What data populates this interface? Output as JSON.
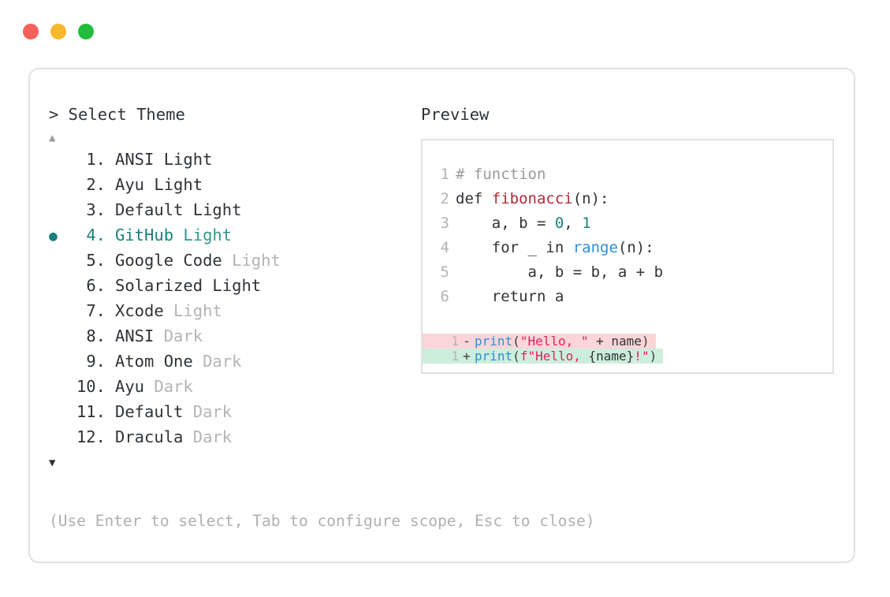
{
  "window": {
    "dots": [
      {
        "name": "close-dot",
        "color": "#f4605c"
      },
      {
        "name": "minimize-dot",
        "color": "#f7b92c"
      },
      {
        "name": "maximize-dot",
        "color": "#22bd3c"
      }
    ]
  },
  "selector": {
    "prompt": "> Select Theme",
    "scroll_up": "▲",
    "scroll_down": "▼",
    "bullet": "●",
    "selected_index": 4,
    "items": [
      {
        "index": "1.",
        "name": "ANSI",
        "variant": "Light",
        "variant_dim": false,
        "selected": false
      },
      {
        "index": "2.",
        "name": "Ayu",
        "variant": "Light",
        "variant_dim": false,
        "selected": false
      },
      {
        "index": "3.",
        "name": "Default",
        "variant": "Light",
        "variant_dim": false,
        "selected": false
      },
      {
        "index": "4.",
        "name": "GitHub",
        "variant": "Light",
        "variant_dim": false,
        "selected": true
      },
      {
        "index": "5.",
        "name": "Google Code",
        "variant": "Light",
        "variant_dim": true,
        "selected": false
      },
      {
        "index": "6.",
        "name": "Solarized",
        "variant": "Light",
        "variant_dim": false,
        "selected": false
      },
      {
        "index": "7.",
        "name": "Xcode",
        "variant": "Light",
        "variant_dim": true,
        "selected": false
      },
      {
        "index": "8.",
        "name": "ANSI",
        "variant": "Dark",
        "variant_dim": true,
        "selected": false
      },
      {
        "index": "9.",
        "name": "Atom One",
        "variant": "Dark",
        "variant_dim": true,
        "selected": false
      },
      {
        "index": "10.",
        "name": "Ayu",
        "variant": "Dark",
        "variant_dim": true,
        "selected": false
      },
      {
        "index": "11.",
        "name": "Default",
        "variant": "Dark",
        "variant_dim": true,
        "selected": false
      },
      {
        "index": "12.",
        "name": "Dracula",
        "variant": "Dark",
        "variant_dim": true,
        "selected": false
      }
    ],
    "help": "(Use Enter to select, Tab to configure scope, Esc to close)"
  },
  "preview": {
    "title": "Preview",
    "code_lines": [
      {
        "n": "1",
        "tokens": [
          {
            "t": "# function",
            "c": "comment"
          }
        ]
      },
      {
        "n": "2",
        "tokens": [
          {
            "t": "def ",
            "c": "kw"
          },
          {
            "t": "fibonacci",
            "c": "fn"
          },
          {
            "t": "(n):",
            "c": "plain"
          }
        ]
      },
      {
        "n": "3",
        "tokens": [
          {
            "t": "    a, b = ",
            "c": "plain"
          },
          {
            "t": "0",
            "c": "num"
          },
          {
            "t": ", ",
            "c": "plain"
          },
          {
            "t": "1",
            "c": "num"
          }
        ]
      },
      {
        "n": "4",
        "tokens": [
          {
            "t": "    for _ in ",
            "c": "plain"
          },
          {
            "t": "range",
            "c": "builtin"
          },
          {
            "t": "(n):",
            "c": "plain"
          }
        ]
      },
      {
        "n": "5",
        "tokens": [
          {
            "t": "        a, b = b, a + b",
            "c": "plain"
          }
        ]
      },
      {
        "n": "6",
        "tokens": [
          {
            "t": "    return a",
            "c": "plain"
          }
        ]
      }
    ],
    "diff_lines": [
      {
        "n": "1",
        "sign": "-",
        "kind": "del",
        "tokens": [
          {
            "t": "print",
            "c": "builtin"
          },
          {
            "t": "(",
            "c": "punct"
          },
          {
            "t": "\"Hello, \"",
            "c": "str"
          },
          {
            "t": " + name",
            "c": "plain"
          },
          {
            "t": ")",
            "c": "punct"
          }
        ]
      },
      {
        "n": "1",
        "sign": "+",
        "kind": "add",
        "tokens": [
          {
            "t": "print",
            "c": "builtin"
          },
          {
            "t": "(",
            "c": "punct"
          },
          {
            "t": "f\"Hello, ",
            "c": "str"
          },
          {
            "t": "{name}",
            "c": "plain"
          },
          {
            "t": "!\"",
            "c": "str"
          },
          {
            "t": ")",
            "c": "punct"
          }
        ]
      }
    ]
  },
  "theme_colors": {
    "accent_teal": "#17827a",
    "dim_gray": "#b4b4b4",
    "text": "#2f3337",
    "border": "#e2e2e2",
    "diff_del_bg": "#fbd5d7",
    "diff_add_bg": "#cdeedd"
  }
}
